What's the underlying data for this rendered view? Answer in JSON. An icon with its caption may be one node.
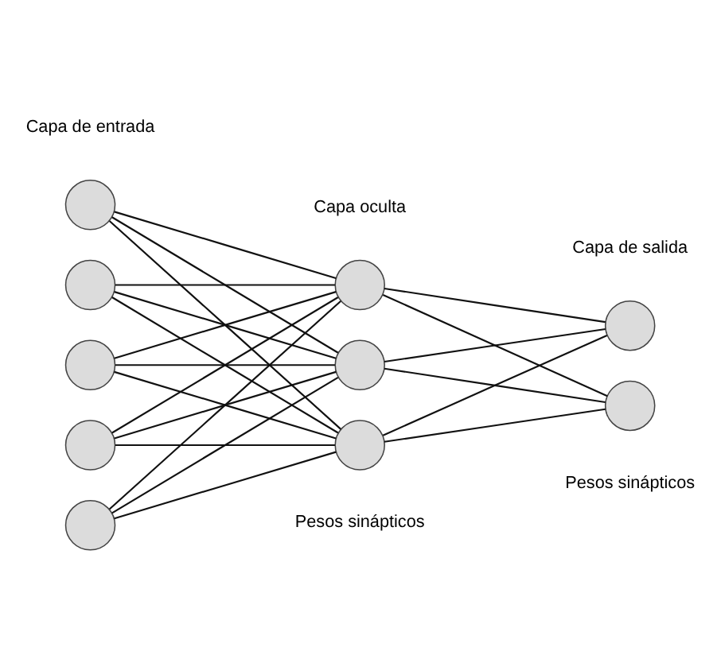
{
  "diagram": {
    "nodes": [
      {
        "text": [],
        "shape": "circle"
      },
      {
        "text": [],
        "shape": "circle"
      },
      {
        "text": [],
        "shape": "circle"
      },
      {
        "text": [],
        "shape": "circle"
      },
      {
        "text": [],
        "shape": "circle"
      },
      {
        "text": [],
        "shape": "circle"
      },
      {
        "text": [],
        "shape": "circle"
      },
      {
        "text": [],
        "shape": "circle"
      },
      {
        "text": [],
        "shape": "circle"
      },
      {
        "text": [],
        "shape": "circle"
      }
    ],
    "edges": [
      {
        "from": 0,
        "to": 5,
        "arrow": "none"
      },
      {
        "from": 0,
        "to": 6,
        "arrow": "none"
      },
      {
        "from": 0,
        "to": 7,
        "arrow": "none"
      },
      {
        "from": 1,
        "to": 5,
        "arrow": "none"
      },
      {
        "from": 1,
        "to": 6,
        "arrow": "none"
      },
      {
        "from": 1,
        "to": 7,
        "arrow": "none"
      },
      {
        "from": 2,
        "to": 5,
        "arrow": "none"
      },
      {
        "from": 2,
        "to": 6,
        "arrow": "none"
      },
      {
        "from": 2,
        "to": 7,
        "arrow": "none"
      },
      {
        "from": 3,
        "to": 5,
        "arrow": "none"
      },
      {
        "from": 3,
        "to": 6,
        "arrow": "none"
      },
      {
        "from": 3,
        "to": 7,
        "arrow": "none"
      },
      {
        "from": 4,
        "to": 5,
        "arrow": "none"
      },
      {
        "from": 4,
        "to": 6,
        "arrow": "none"
      },
      {
        "from": 4,
        "to": 7,
        "arrow": "none"
      },
      {
        "from": 5,
        "to": 8,
        "arrow": "none"
      },
      {
        "from": 5,
        "to": 9,
        "arrow": "none"
      },
      {
        "from": 6,
        "to": 8,
        "arrow": "none"
      },
      {
        "from": 6,
        "to": 9,
        "arrow": "none"
      },
      {
        "from": 7,
        "to": 8,
        "arrow": "none"
      },
      {
        "from": 7,
        "to": 9,
        "arrow": "none"
      }
    ],
    "labels": [
      "Capa de entrada",
      "Capa oculta",
      "Capa de salida",
      "Pesos sinápticos",
      "Pesos sinápticos"
    ]
  }
}
